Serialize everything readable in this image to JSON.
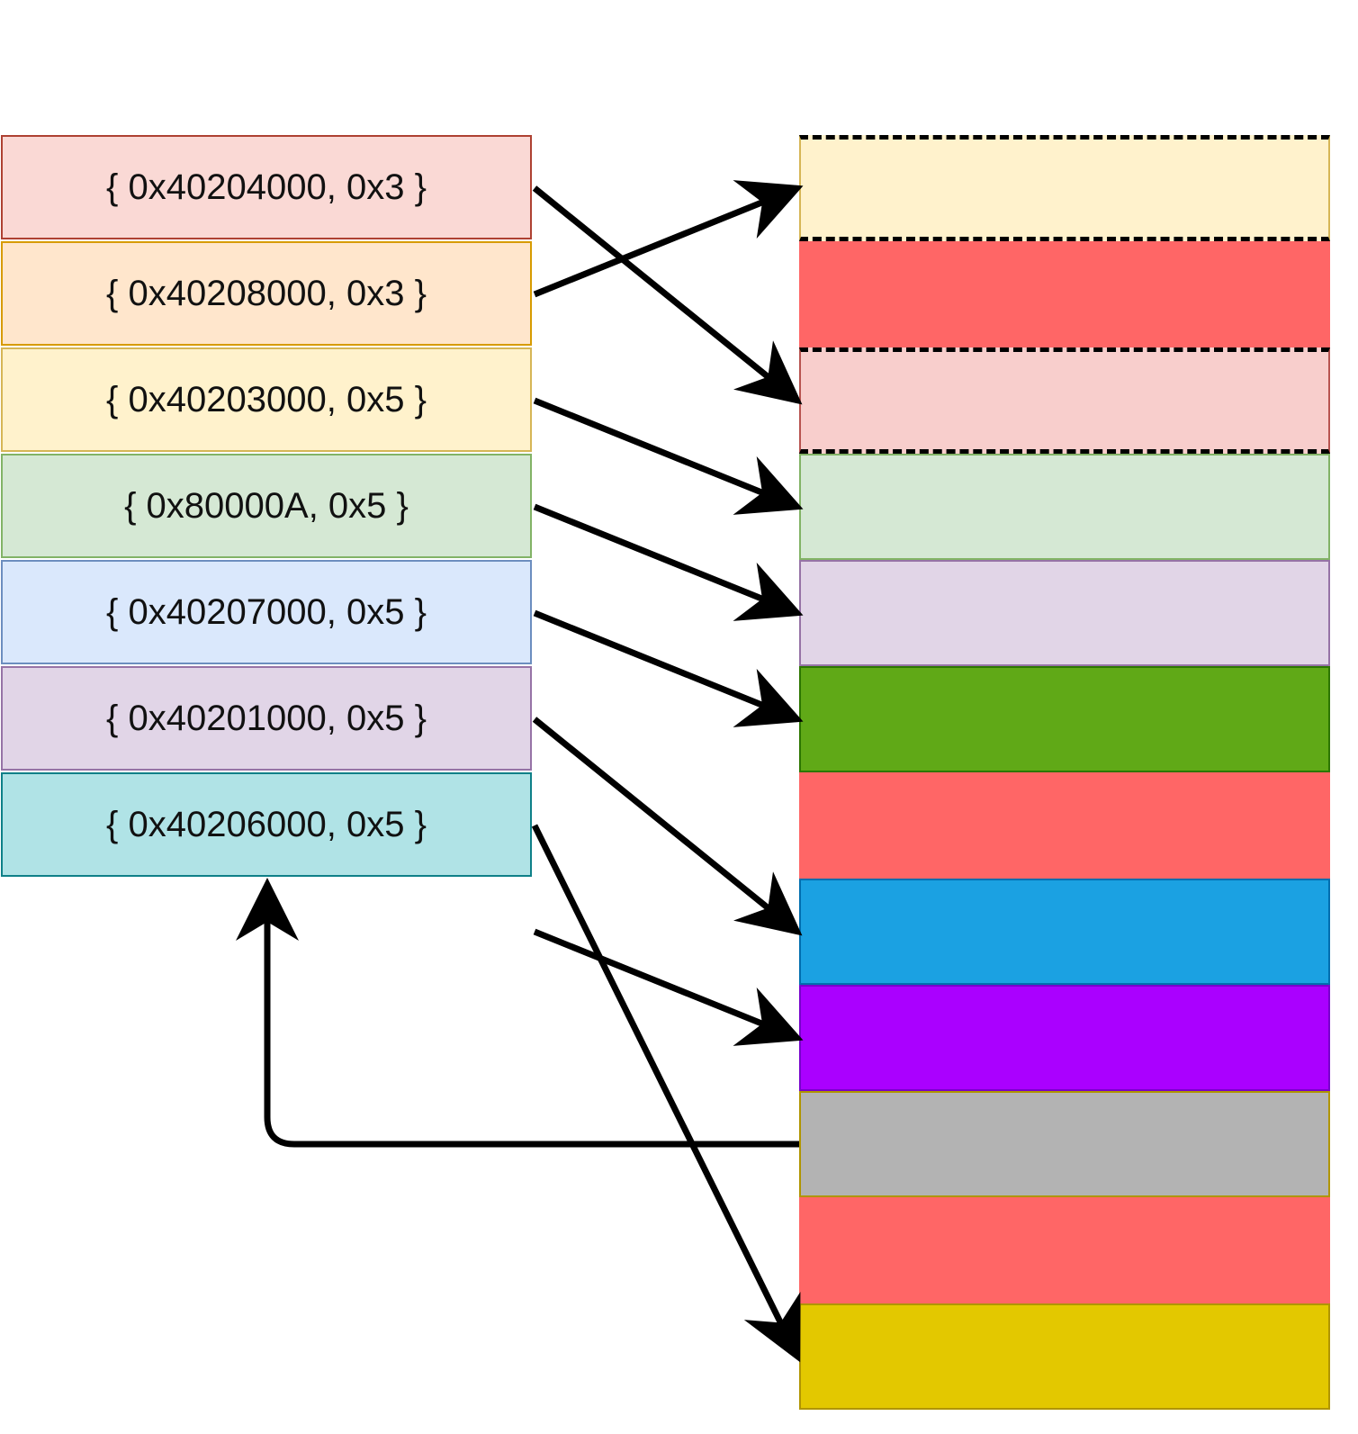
{
  "table": {
    "entries": [
      {
        "label": "{ 0x40204000, 0x3 }",
        "fill": "#fad9d5",
        "stroke": "#ae4132"
      },
      {
        "label": "{ 0x40208000, 0x3 }",
        "fill": "#ffe6cc",
        "stroke": "#d79b00"
      },
      {
        "label": "{ 0x40203000, 0x5 }",
        "fill": "#fff2cc",
        "stroke": "#d6b656"
      },
      {
        "label": "{ 0x80000A, 0x5 }",
        "fill": "#d5e8d4",
        "stroke": "#82b366"
      },
      {
        "label": "{ 0x40207000, 0x5 }",
        "fill": "#dae8fc",
        "stroke": "#6c8ebf"
      },
      {
        "label": "{ 0x40201000, 0x5 }",
        "fill": "#e1d5e7",
        "stroke": "#9673a6"
      },
      {
        "label": "{ 0x40206000, 0x5 }",
        "fill": "#b0e3e6",
        "stroke": "#0e8088"
      }
    ]
  },
  "memory": {
    "blocks": [
      {
        "fill": "#fff2cc",
        "stroke": "#d6b656",
        "dashed": true
      },
      {
        "fill": "#ff6666",
        "stroke": "#ff6666",
        "dashed": false
      },
      {
        "fill": "#f8cecc",
        "stroke": "#b85450",
        "dashed": true
      },
      {
        "fill": "#d5e8d4",
        "stroke": "#82b366",
        "dashed": false
      },
      {
        "fill": "#e1d5e7",
        "stroke": "#9673a6",
        "dashed": false
      },
      {
        "fill": "#60a917",
        "stroke": "#2d7600",
        "dashed": false
      },
      {
        "fill": "#ff6666",
        "stroke": "#ff6666",
        "dashed": false
      },
      {
        "fill": "#1ba1e2",
        "stroke": "#006eaf",
        "dashed": false
      },
      {
        "fill": "#aa00ff",
        "stroke": "#7700cc",
        "dashed": false
      },
      {
        "fill": "#b3b3b3",
        "stroke": "#b09500",
        "dashed": false
      },
      {
        "fill": "#ff6666",
        "stroke": "#ff6666",
        "dashed": false
      },
      {
        "fill": "#e3c800",
        "stroke": "#b09500",
        "dashed": false
      }
    ]
  },
  "connections": [
    {
      "from_entry": 0,
      "to_block": 2
    },
    {
      "from_entry": 1,
      "to_block": 0
    },
    {
      "from_entry": 2,
      "to_block": 3
    },
    {
      "from_entry": 3,
      "to_block": 4
    },
    {
      "from_entry": 4,
      "to_block": 5
    },
    {
      "from_entry": 5,
      "to_block": 7
    },
    {
      "from_entry": 6,
      "to_block": 11
    },
    {
      "from_entry": 7,
      "to_block": 8
    }
  ],
  "return_link": {
    "from_block": 9,
    "to": "table-bottom"
  }
}
